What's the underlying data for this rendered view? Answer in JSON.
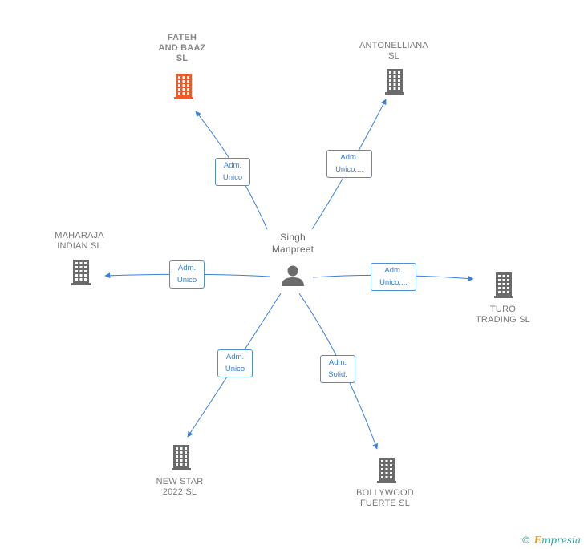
{
  "center": {
    "name": "Singh\nManpreet",
    "icon": "person-icon"
  },
  "companies": [
    {
      "id": "fateh",
      "name": "FATEH\nAND BAAZ\nSL",
      "role": "Adm.\nUnico",
      "icon": "building-icon",
      "color": "#f05a28"
    },
    {
      "id": "antonelliana",
      "name": "ANTONELLIANA\nSL",
      "role": "Adm.\nUnico,...",
      "icon": "building-icon",
      "color": "#6b6b6b"
    },
    {
      "id": "maharaja",
      "name": "MAHARAJA\nINDIAN  SL",
      "role": "Adm.\nUnico",
      "icon": "building-icon",
      "color": "#6b6b6b"
    },
    {
      "id": "turo",
      "name": "TURO\nTRADING  SL",
      "role": "Adm.\nUnico,...",
      "icon": "building-icon",
      "color": "#6b6b6b"
    },
    {
      "id": "newstar",
      "name": "NEW STAR\n2022  SL",
      "role": "Adm.\nUnico",
      "icon": "building-icon",
      "color": "#6b6b6b"
    },
    {
      "id": "bollywood",
      "name": "BOLLYWOOD\nFUERTE  SL",
      "role": "Adm.\nSolid.",
      "icon": "building-icon",
      "color": "#6b6b6b"
    }
  ],
  "footer": {
    "copyright": "©",
    "brand_initial": "E",
    "brand_rest": "mpresia"
  },
  "colors": {
    "edge": "#3a7fd8",
    "icon_gray": "#6b6b6b",
    "highlight": "#f05a28"
  }
}
